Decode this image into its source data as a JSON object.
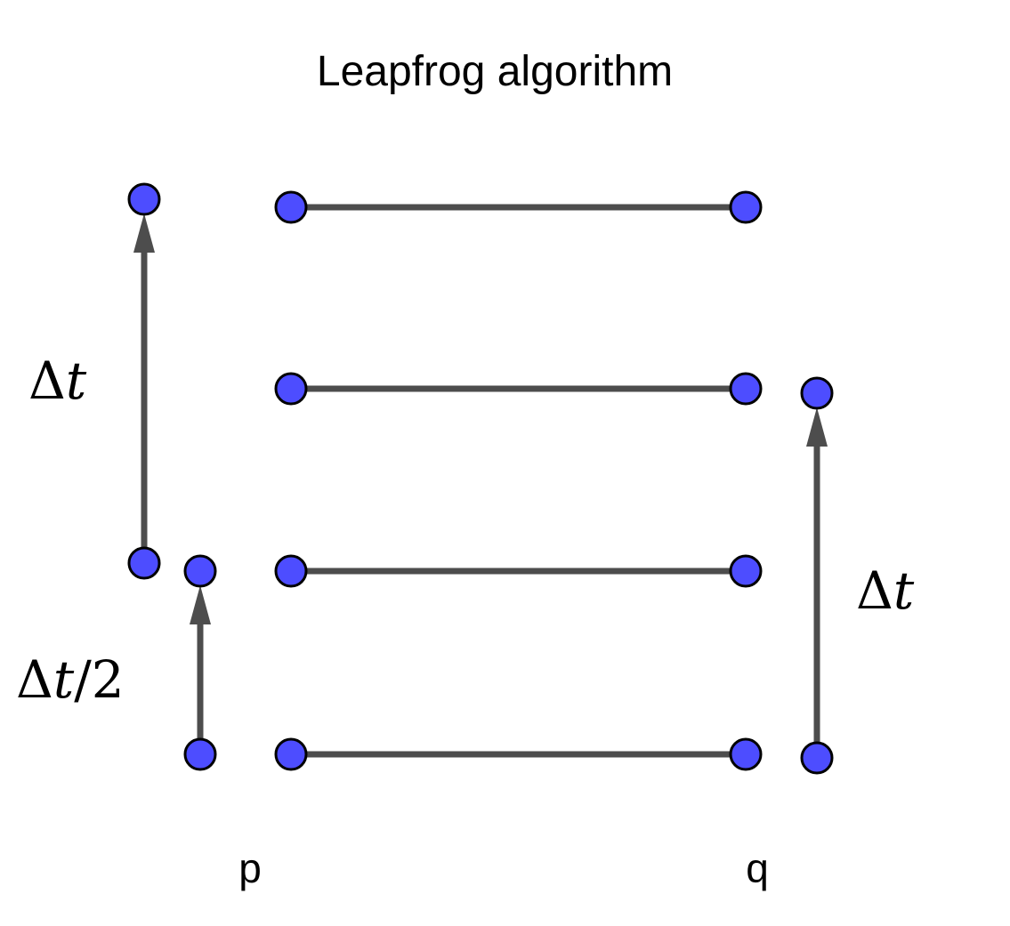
{
  "title": "Leapfrog algorithm",
  "axis_labels": {
    "p": "p",
    "q": "q"
  },
  "step_labels": {
    "left_full": {
      "symbol": "Δ",
      "variable": "t",
      "suffix": ""
    },
    "left_half": {
      "symbol": "Δ",
      "variable": "t",
      "suffix": "/2"
    },
    "right_full": {
      "symbol": "Δ",
      "variable": "t",
      "suffix": ""
    }
  },
  "colors": {
    "node_fill": "#4d4dff",
    "node_stroke": "#000000",
    "line": "#4d4d4d"
  }
}
